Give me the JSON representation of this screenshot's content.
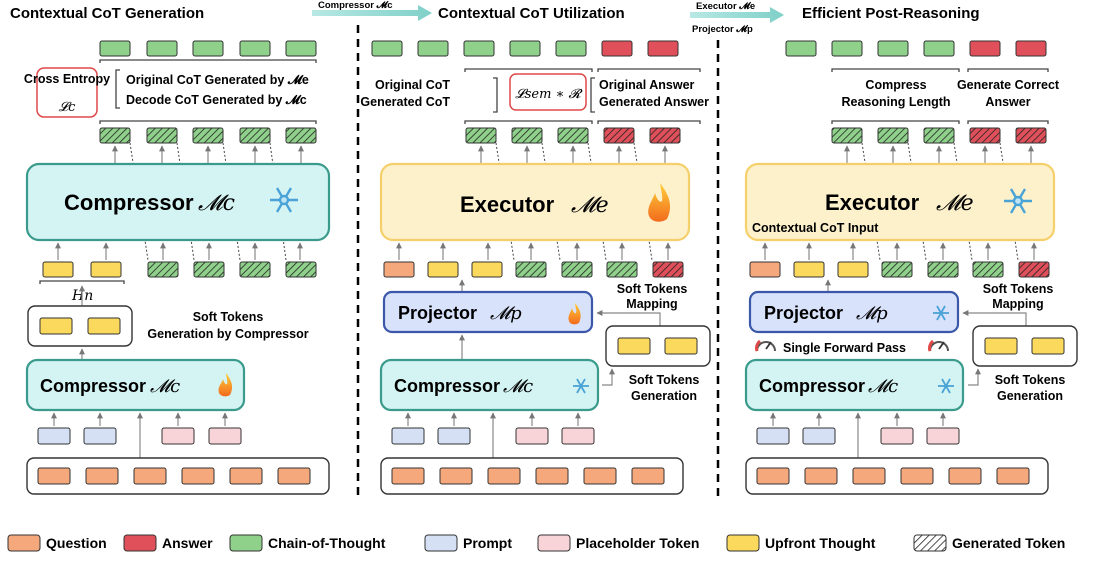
{
  "colors": {
    "question": "#f4a87c",
    "answer": "#e0505b",
    "cot": "#8fd18b",
    "prompt": "#d6e0f5",
    "placeholder": "#f8d4d8",
    "upfront": "#fbd95c",
    "module_teal": "#d4f3f3",
    "module_teal_border": "#3a9b8c",
    "module_yellow": "#fdf1cc",
    "module_yellow_border": "#f5cf6a",
    "module_blue": "#d9e2fb",
    "module_blue_border": "#3a57a8",
    "loss_border": "#e04848",
    "divider": "#000000"
  },
  "stages": {
    "s1_title": "Contextual CoT Generation",
    "s2_title": "Contextual CoT Utilization",
    "s3_title": "Efficient Post-Reasoning",
    "arrow1_label": "Compressor 𝓜c",
    "arrow2_label_a": "Executor 𝓜e",
    "arrow2_label_b": "Projector 𝓜p"
  },
  "panel1": {
    "compressor_big": "Compressor",
    "compressor_big_sym": "𝓜c",
    "compressor_small": "Compressor",
    "compressor_small_sym": "𝓜c",
    "loss_name": "Cross Entropy",
    "loss_sym": "𝓛c",
    "line1": "Original CoT Generated by 𝓜e",
    "line2": "Decode CoT Generated by 𝓜c",
    "hn": "Hn",
    "soft_tokens": "Soft Tokens",
    "soft_tokens_gen": "Generation by Compressor"
  },
  "panel2": {
    "executor": "Executor",
    "executor_sym": "𝓜e",
    "projector": "Projector",
    "projector_sym": "𝓜p",
    "compressor": "Compressor",
    "compressor_sym": "𝓜c",
    "orig_cot": "Original CoT",
    "gen_cot": "Generated CoT",
    "loss": "𝓛sem ∗ 𝓡",
    "orig_ans": "Original Answer",
    "gen_ans": "Generated Answer",
    "soft_map_a": "Soft Tokens",
    "soft_map_b": "Mapping",
    "soft_gen_a": "Soft Tokens",
    "soft_gen_b": "Generation"
  },
  "panel3": {
    "executor": "Executor",
    "executor_sym": "𝓜e",
    "ctx_input": "Contextual CoT Input",
    "projector": "Projector",
    "projector_sym": "𝓜p",
    "compressor": "Compressor",
    "compressor_sym": "𝓜c",
    "compress_a": "Compress",
    "compress_b": "Reasoning Length",
    "correct_a": "Generate Correct",
    "correct_b": "Answer",
    "single_pass": "Single Forward Pass",
    "soft_map_a": "Soft Tokens",
    "soft_map_b": "Mapping",
    "soft_gen_a": "Soft Tokens",
    "soft_gen_b": "Generation"
  },
  "legend": [
    {
      "label": "Question",
      "kind": "question"
    },
    {
      "label": "Answer",
      "kind": "answer"
    },
    {
      "label": "Chain-of-Thought",
      "kind": "cot"
    },
    {
      "label": "Prompt",
      "kind": "prompt"
    },
    {
      "label": "Placeholder Token",
      "kind": "placeholder"
    },
    {
      "label": "Upfront Thought",
      "kind": "upfront"
    },
    {
      "label": "Generated Token",
      "kind": "generated"
    }
  ]
}
